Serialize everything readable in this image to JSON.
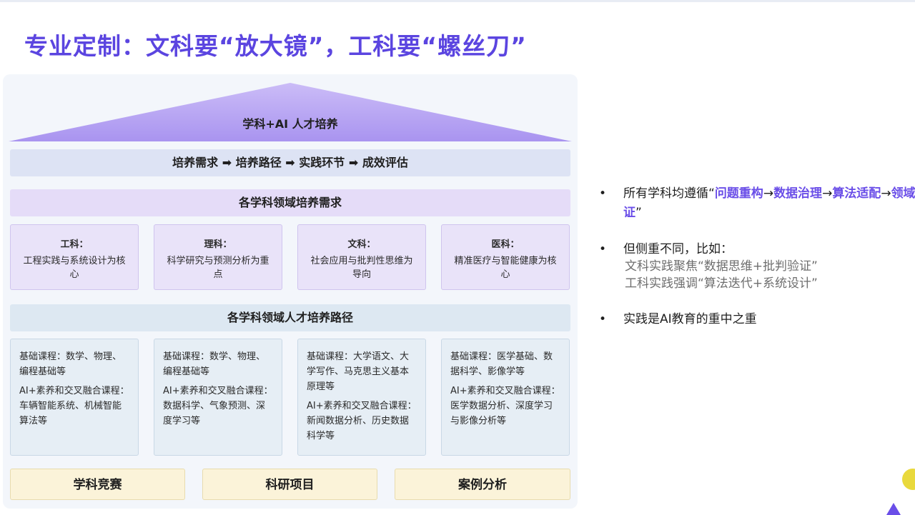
{
  "title": "专业定制：文科要“放大镜”，工科要“螺丝刀”",
  "diagram": {
    "roof_label": "学科+AI 人才培养",
    "flow_bar": "培养需求 ➡ 培养路径 ➡ 实践环节 ➡ 成效评估",
    "needs_bar": "各学科领域培养需求",
    "needs_cards": [
      {
        "head": "工科：",
        "body": "工程实践与系统设计为核心"
      },
      {
        "head": "理科：",
        "body": "科学研究与预测分析为重点"
      },
      {
        "head": "文科：",
        "body": "社会应用与批判性思维为导向"
      },
      {
        "head": "医科：",
        "body": "精准医疗与智能健康为核心"
      }
    ],
    "paths_bar": "各学科领域人才培养路径",
    "path_cards": [
      {
        "p1": "基础课程：数学、物理、编程基础等",
        "p2": "AI+素养和交叉融合课程：车辆智能系统、机械智能算法等"
      },
      {
        "p1": "基础课程：数学、物理、编程基础等",
        "p2": "AI+素养和交叉融合课程：数据科学、气象预测、深度学习等"
      },
      {
        "p1": "基础课程：大学语文、大学写作、马克思主义基本原理等",
        "p2": "AI+素养和交叉融合课程：新闻数据分析、历史数据科学等"
      },
      {
        "p1": "基础课程：医学基础、数据科学、影像学等",
        "p2": "AI+素养和交叉融合课程：医学数据分析、深度学习与影像分析等"
      }
    ],
    "practice": [
      "学科竞赛",
      "科研项目",
      "案例分析"
    ]
  },
  "bullets": {
    "dot": "•",
    "b1_prefix": "所有学科均遵循“",
    "b1_h1": "问题重构",
    "b1_a1": "→",
    "b1_h2": "数据治理",
    "b1_a2": "→",
    "b1_h3": "算法适配",
    "b1_a3": "→",
    "b1_h4": "领域验证",
    "b1_suffix": "”",
    "b2": "但侧重不同，比如：",
    "b2_sub1": "文科实践聚焦“数据思维+批判验证”",
    "b2_sub2": "工科实践强调“算法迭代+系统设计”",
    "b3": "实践是AI教育的重中之重"
  },
  "colors": {
    "title": "#5b45e0",
    "highlight": "#6a4ee8",
    "roof": "#b7a6f3"
  }
}
